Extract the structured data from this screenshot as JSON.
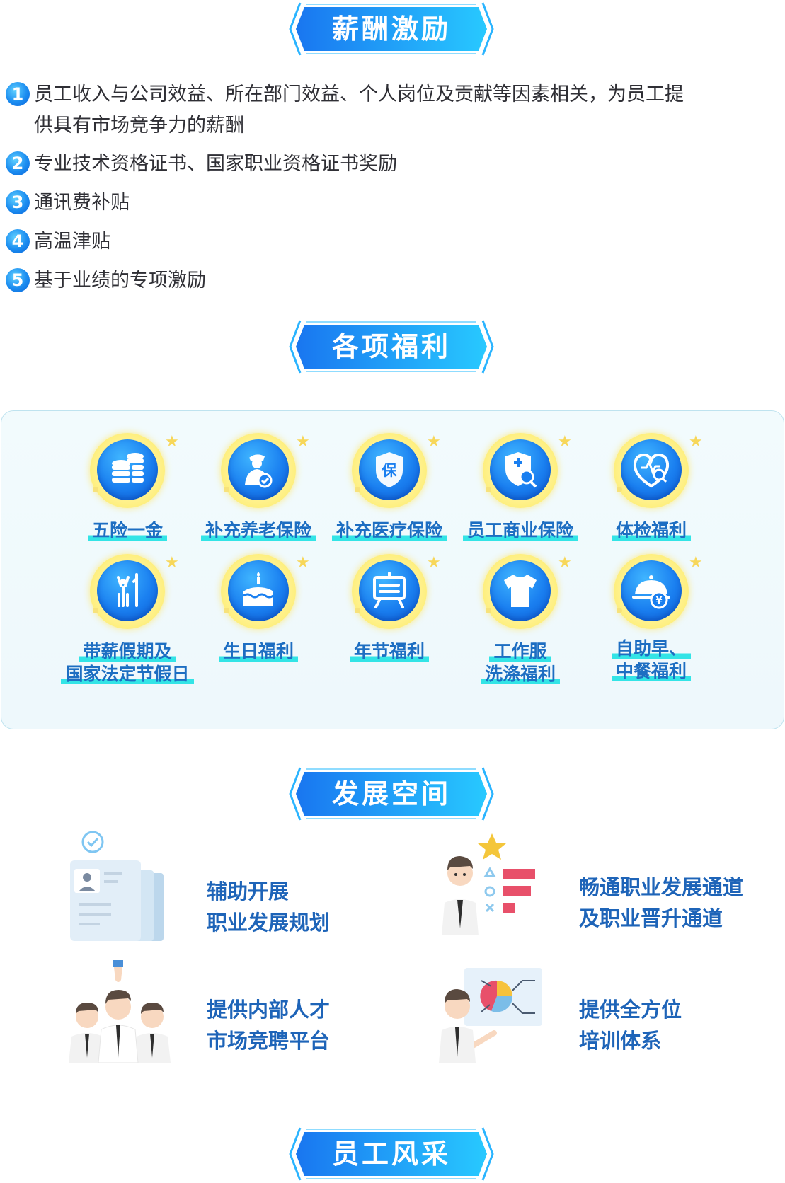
{
  "sections": {
    "salary": "薪酬激励",
    "benefits": "各项福利",
    "development": "发展空间",
    "staff": "员工风采"
  },
  "salary_items": [
    {
      "num": "1",
      "line1": "员工收入与公司效益、所在部门效益、个人岗位及贡献等因素相关，为员工提",
      "line2": "供具有市场竞争力的薪酬"
    },
    {
      "num": "2",
      "line1": "专业技术资格证书、国家职业资格证书奖励"
    },
    {
      "num": "3",
      "line1": "通讯费补贴"
    },
    {
      "num": "4",
      "line1": "高温津贴"
    },
    {
      "num": "5",
      "line1": "基于业绩的专项激励"
    }
  ],
  "benefits": [
    {
      "icon": "coins-icon",
      "line1": "五险一金"
    },
    {
      "icon": "elder-care-icon",
      "line1": "补充养老保险"
    },
    {
      "icon": "insurance-shield-icon",
      "line1": "补充医疗保险",
      "shield_char": "保"
    },
    {
      "icon": "medical-shield-search-icon",
      "line1": "员工商业保险"
    },
    {
      "icon": "heart-checkup-icon",
      "line1": "体检福利"
    },
    {
      "icon": "vacation-person-icon",
      "line1": "带薪假期及",
      "line2": "国家法定节假日"
    },
    {
      "icon": "birthday-cake-icon",
      "line1": "生日福利"
    },
    {
      "icon": "festival-board-icon",
      "line1": "年节福利"
    },
    {
      "icon": "tshirt-icon",
      "line1": "工作服",
      "line2": "洗涤福利"
    },
    {
      "icon": "meal-cloche-icon",
      "line1": "自助早、",
      "line2": "中餐福利",
      "coin_char": "¥"
    }
  ],
  "development": [
    {
      "icon": "career-plan-illustration",
      "line1": "辅助开展",
      "line2": "职业发展规划"
    },
    {
      "icon": "career-path-illustration",
      "line1": "畅通职业发展通道",
      "line2": "及职业晋升通道"
    },
    {
      "icon": "talent-market-illustration",
      "line1": "提供内部人才",
      "line2": "市场竞聘平台"
    },
    {
      "icon": "training-illustration",
      "line1": "提供全方位",
      "line2": "培训体系"
    }
  ],
  "colors": {
    "badge_blue": "#1e90ff",
    "badge_cyan": "#26d0ff",
    "title_blue": "#1e64b8",
    "highlight_cyan": "#33e4e6",
    "ring_yellow": "#fff18a"
  }
}
